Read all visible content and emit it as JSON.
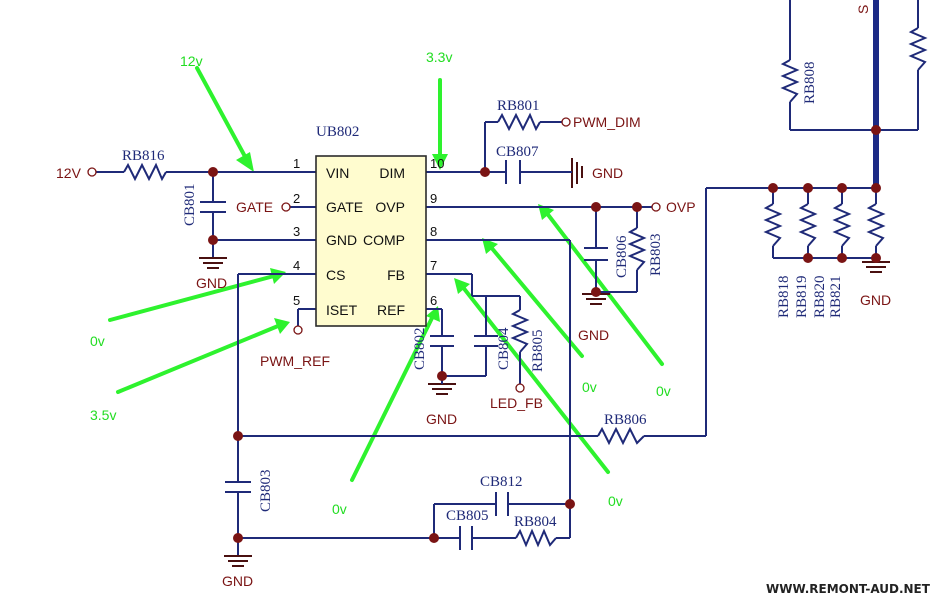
{
  "ic": {
    "ref": "UB802",
    "pins": [
      {
        "num": "1",
        "name": "VIN"
      },
      {
        "num": "2",
        "name": "GATE"
      },
      {
        "num": "3",
        "name": "GND"
      },
      {
        "num": "4",
        "name": "CS"
      },
      {
        "num": "5",
        "name": "ISET"
      },
      {
        "num": "10",
        "name": "DIM"
      },
      {
        "num": "9",
        "name": "OVP"
      },
      {
        "num": "8",
        "name": "COMP"
      },
      {
        "num": "7",
        "name": "FB"
      },
      {
        "num": "6",
        "name": "REF"
      }
    ]
  },
  "refs": {
    "rb816": "RB816",
    "cb801": "CB801",
    "rb801": "RB801",
    "cb807": "CB807",
    "cb806": "CB806",
    "rb803": "RB803",
    "cb802": "CB802",
    "cb804": "CB804",
    "rb805": "RB805",
    "rb806": "RB806",
    "cb803": "CB803",
    "cb812": "CB812",
    "cb805": "CB805",
    "rb804": "RB804",
    "rb808": "RB808",
    "rb818": "RB818",
    "rb819": "RB819",
    "rb820": "RB820",
    "rb821": "RB821"
  },
  "nets": {
    "in_12v": "12V",
    "gate": "GATE",
    "gnd": "GND",
    "pwm_dim": "PWM_DIM",
    "ovp": "OVP",
    "pwm_ref": "PWM_REF",
    "led_fb": "LED_FB",
    "top_s": "S"
  },
  "annotations": {
    "v12": "12v",
    "v33": "3.3v",
    "v0_cs": "0v",
    "v35": "3.5v",
    "v0_ref": "0v",
    "v0_comp": "0v",
    "v0_ovp": "0v",
    "v0_fb": "0v"
  },
  "watermark": "WWW.REMONT-AUD.NET",
  "colors": {
    "wire": "#1f2a78",
    "junction": "#7a1414",
    "ic_fill": "#fffccf",
    "annotation": "#2ef22e"
  }
}
